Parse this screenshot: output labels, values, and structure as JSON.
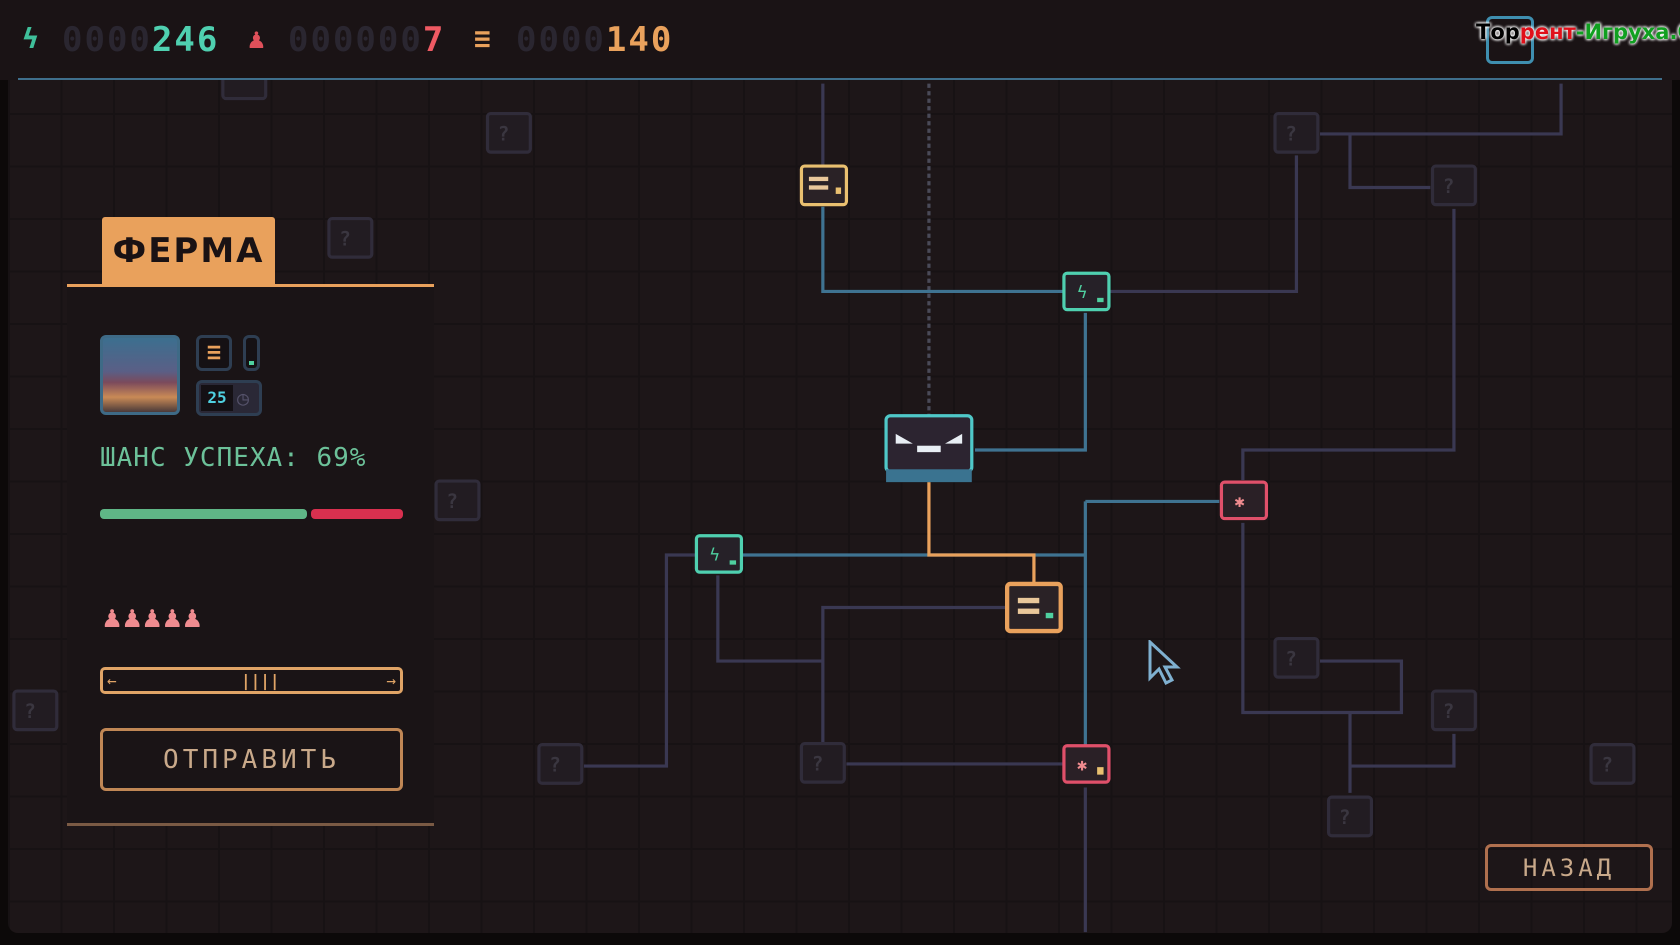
{
  "hud": {
    "energy": {
      "icon": "lightning-icon",
      "dim": "0000",
      "value": "246",
      "color": "#4fd0b0"
    },
    "people": {
      "icon": "person-icon",
      "dim": "000000",
      "value": "7",
      "color": "#ef5a63"
    },
    "food": {
      "icon": "food-icon",
      "dim": "0000",
      "value": "140",
      "color": "#e9a15c"
    }
  },
  "watermark": {
    "part1": "Тор",
    "part2": "рент",
    "part3": "-Игруха.Орг"
  },
  "panel": {
    "title": "ФЕРМА",
    "resource_icon": "food-icon",
    "duration": "25",
    "success_label": "ШАНС УСПЕХА: 69%",
    "success_chance": 69,
    "people_icons": "🯅🯅🯅🯅🯅",
    "slider_left": "←",
    "slider_handle": "||||",
    "slider_right": "→",
    "send_label": "ОТПРАВИТЬ"
  },
  "map": {
    "unknown_label": "?"
  },
  "back_label": "НАЗАД",
  "colors": {
    "active_line": "#3f7391",
    "inactive_line": "#3a3852",
    "path": "#e9a15c",
    "accent": "#e9a15c"
  }
}
